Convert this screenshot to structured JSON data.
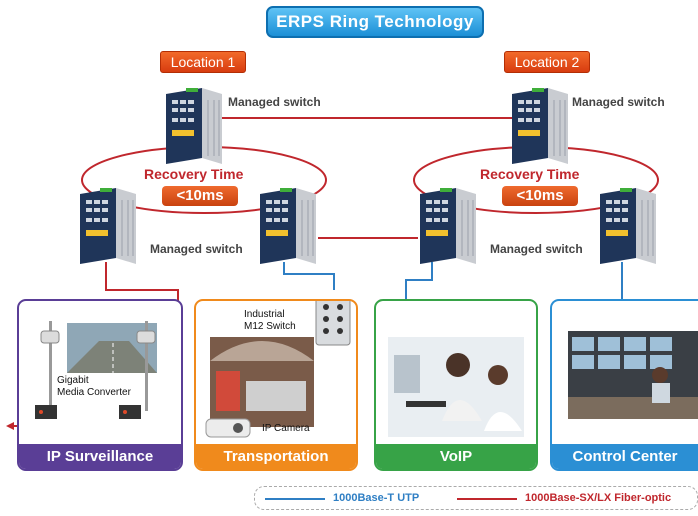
{
  "title": "ERPS Ring Technology",
  "locations": [
    "Location 1",
    "Location 2"
  ],
  "switch_label": "Managed switch",
  "recovery": {
    "title": "Recovery Time",
    "value": "<10ms"
  },
  "panels": [
    {
      "id": "ip-surveillance",
      "label": "IP Surveillance",
      "color": "#5a3e96"
    },
    {
      "id": "transportation",
      "label": "Transportation",
      "color": "#f08a1c"
    },
    {
      "id": "voip",
      "label": "VoIP",
      "color": "#37a347"
    },
    {
      "id": "control-center",
      "label": "Control Center",
      "color": "#2b8fd4"
    }
  ],
  "surveillance": {
    "converter_label": "Gigabit\nMedia Converter"
  },
  "transportation": {
    "switch_label": "Industrial\nM12 Switch",
    "camera_label": "IP Camera"
  },
  "legend": {
    "utp": "1000Base-T UTP",
    "fiber": "1000Base-SX/LX Fiber-optic"
  },
  "colors": {
    "utp": "#2f7fc4",
    "fiber": "#c0272d"
  }
}
